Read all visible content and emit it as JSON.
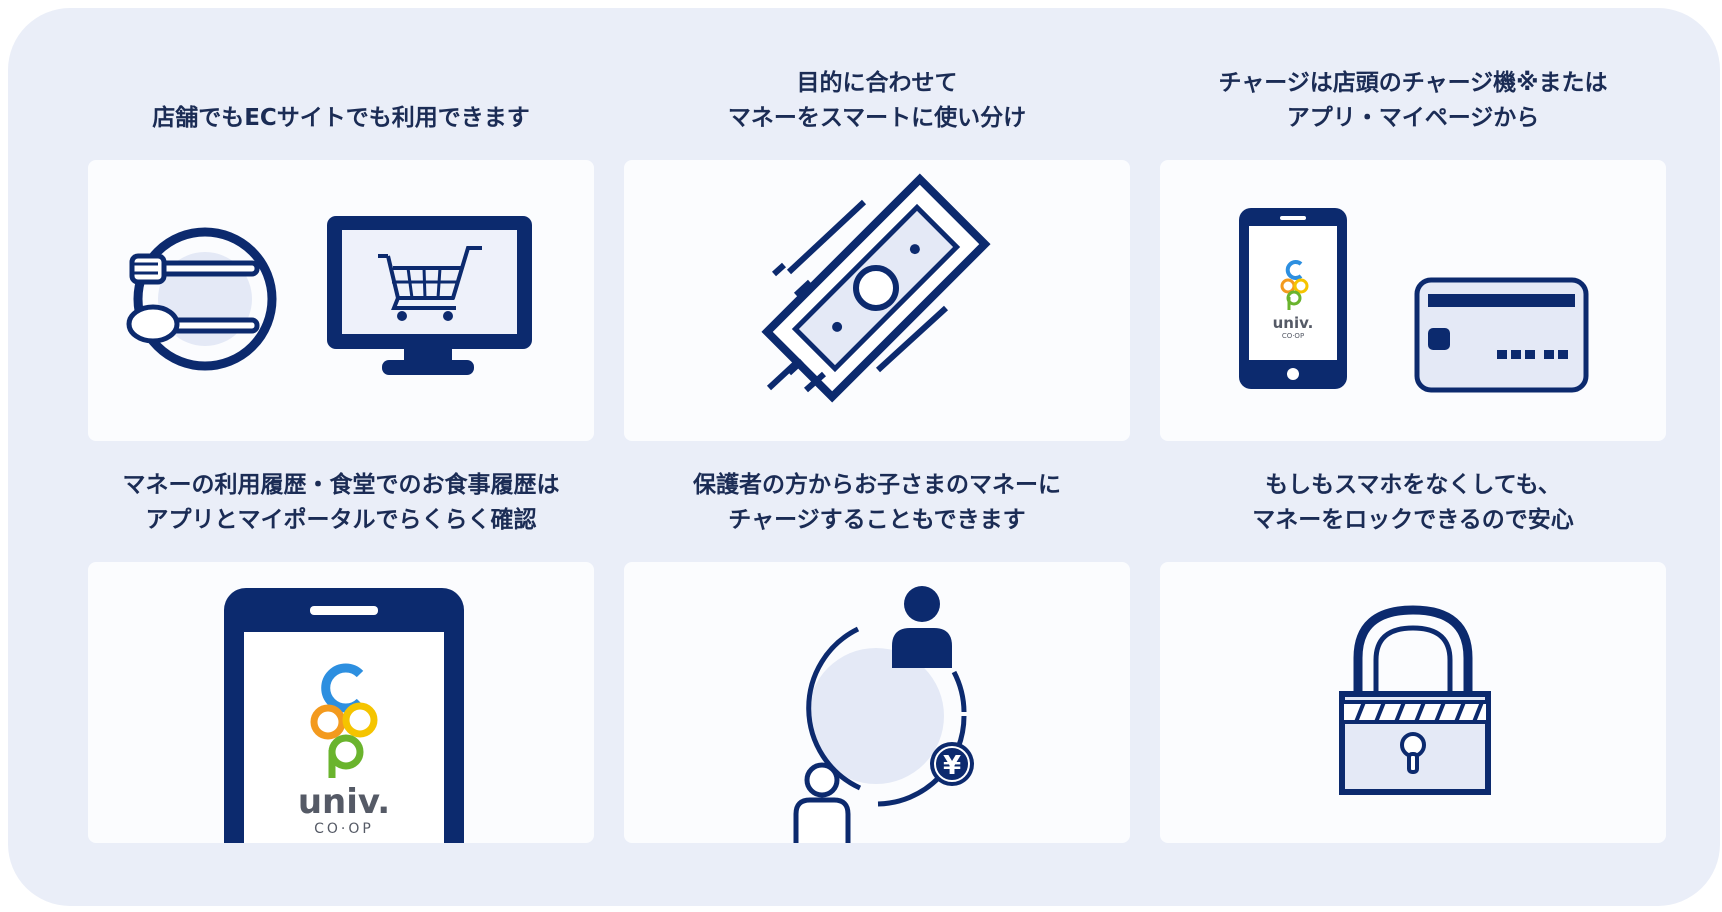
{
  "features": [
    {
      "id": "store-ec",
      "lines": [
        "店舗でもECサイトでも利用できます"
      ],
      "icon": "plate-and-shopping-cart-monitor-icon"
    },
    {
      "id": "smart-money",
      "lines": [
        "目的に合わせて",
        "マネーをスマートに使い分け"
      ],
      "icon": "flying-banknote-icon"
    },
    {
      "id": "charge",
      "lines": [
        "チャージは店頭のチャージ機※または",
        "アプリ・マイページから"
      ],
      "icon": "smartphone-and-card-icon"
    },
    {
      "id": "history",
      "lines": [
        "マネーの利用履歴・食堂でのお食事履歴は",
        "アプリとマイポータルでらくらく確認"
      ],
      "icon": "coop-app-phone-icon"
    },
    {
      "id": "guardian",
      "lines": [
        "保護者の方からお子さまのマネーに",
        "チャージすることもできます"
      ],
      "icon": "guardian-to-child-yen-icon"
    },
    {
      "id": "lock",
      "lines": [
        "もしもスマホをなくしても、",
        "マネーをロックできるので安心"
      ],
      "icon": "padlock-icon"
    }
  ],
  "logo": {
    "univ": "univ.",
    "coop": "CO·OP"
  },
  "yen_symbol": "¥",
  "colors": {
    "navy": "#0c2a6e",
    "panel_bg": "#eaeef8",
    "card_bg": "#fbfcfe",
    "light_fill": "#e4e9f6",
    "logo_blue": "#2d8fe0",
    "logo_orange": "#f39a1e",
    "logo_yellow": "#f5c400",
    "logo_green": "#6ab42d",
    "logo_grey": "#555a66"
  }
}
